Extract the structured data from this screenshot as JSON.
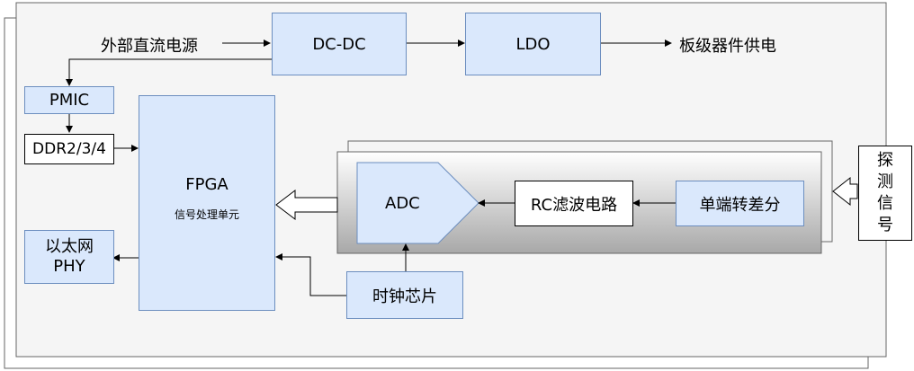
{
  "labels": {
    "external_dc": "外部直流电源",
    "board_power": "板级器件供电"
  },
  "blocks": {
    "dcdc": "DC-DC",
    "ldo": "LDO",
    "pmic": "PMIC",
    "ddr": "DDR2/3/4",
    "fpga_title": "FPGA",
    "fpga_sub": "信号处理单元",
    "ethernet_line1": "以太网",
    "ethernet_line2": "PHY",
    "adc": "ADC",
    "rc_filter": "RC滤波电路",
    "single_to_diff": "单端转差分",
    "clock": "时钟芯片",
    "probe_signal": [
      "探",
      "测",
      "信",
      "号"
    ]
  },
  "colors": {
    "block_fill": "#dae8fc",
    "block_stroke": "#6c8ebf",
    "panel_gray": "#aaaaaa",
    "board_fill": "#f5f5f5"
  }
}
